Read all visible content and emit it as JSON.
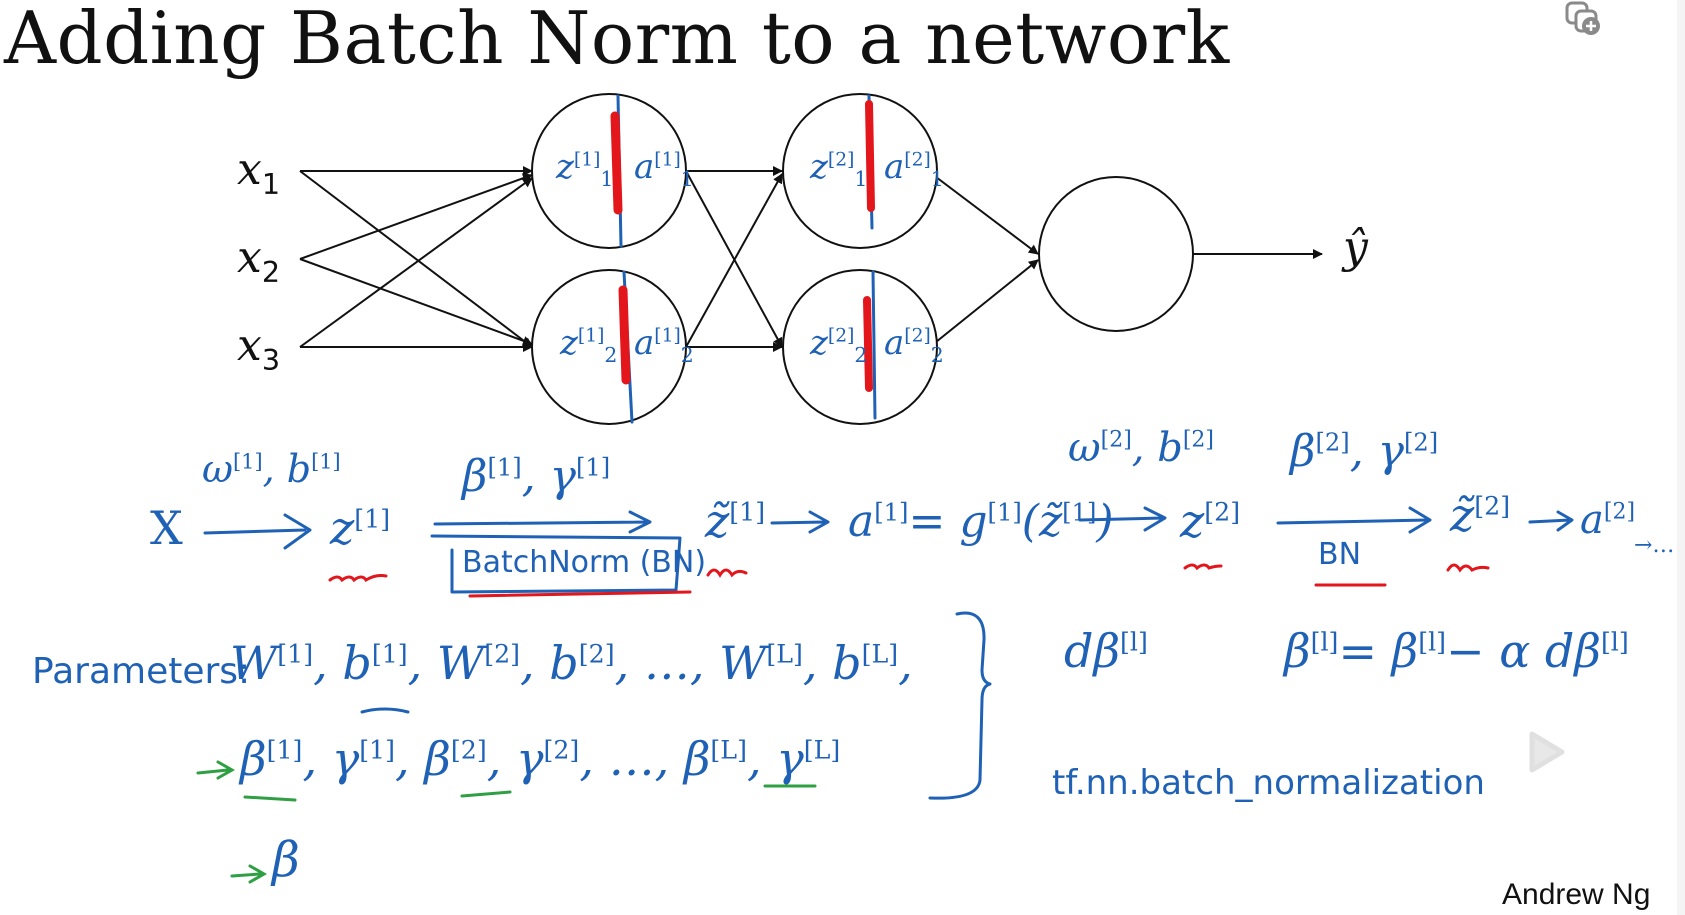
{
  "slide": {
    "title": "Adding Batch Norm to a network",
    "author": "Andrew Ng"
  },
  "network": {
    "inputs": [
      "x",
      "x",
      "x"
    ],
    "input_subscripts": [
      "1",
      "2",
      "3"
    ],
    "output_label": "ŷ",
    "layer1_nodes": [
      {
        "z": "z",
        "z_sup": "[1]",
        "z_sub": "1",
        "a": "a",
        "a_sup": "[1]",
        "a_sub": "1"
      },
      {
        "z": "z",
        "z_sup": "[1]",
        "z_sub": "2",
        "a": "a",
        "a_sup": "[1]",
        "a_sub": "2"
      }
    ],
    "layer2_nodes": [
      {
        "z": "z",
        "z_sup": "[2]",
        "z_sub": "1",
        "a": "a",
        "a_sup": "[2]",
        "a_sub": "1"
      },
      {
        "z": "z",
        "z_sup": "[2]",
        "z_sub": "2",
        "a": "a",
        "a_sup": "[2]",
        "a_sub": "2"
      }
    ]
  },
  "flow": {
    "x": "X",
    "w1b1": "ω",
    "w1b1_sup": "[1]",
    "w1b1_rest": ", b",
    "w1b1_rest_sup": "[1]",
    "z1": "z",
    "z1_sup": "[1]",
    "beta1gamma1": "β",
    "beta1_sup": "[1]",
    "gamma1": ", γ",
    "gamma1_sup": "[1]",
    "bn_box_label": "BatchNorm (BN)",
    "ztilde1": "z̃",
    "ztilde1_sup": "[1]",
    "arrow": "→",
    "a1_eq": "a",
    "a1_sup": "[1]",
    "a1_rhs": "= g",
    "g_sup": "[1]",
    "g_arg": "(z̃",
    "g_arg_sup": "[1]",
    "g_close": ")",
    "w2b2": "ω",
    "w2_sup": "[2]",
    "w2b2_rest": ", b",
    "b2_sup": "[2]",
    "z2": "z",
    "z2_sup": "[2]",
    "beta2": "β",
    "beta2_sup": "[2]",
    "gamma2": ", γ",
    "gamma2_sup": "[2]",
    "bn_label": "BN",
    "ztilde2": "z̃",
    "ztilde2_sup": "[2]",
    "a2": "a",
    "a2_sup": "[2]",
    "ellipsis_arrow": "→…"
  },
  "parameters": {
    "label": "Parameters:",
    "row1": [
      {
        "sym": "W",
        "sup": "[1]"
      },
      {
        "sym": "b",
        "sup": "[1]"
      },
      {
        "sym": "W",
        "sup": "[2]"
      },
      {
        "sym": "b",
        "sup": "[2]"
      },
      {
        "sym": "…",
        "sup": ""
      },
      {
        "sym": "W",
        "sup": "[L]"
      },
      {
        "sym": "b",
        "sup": "[L]"
      }
    ],
    "row2": [
      {
        "sym": "β",
        "sup": "[1]"
      },
      {
        "sym": "γ",
        "sup": "[1]"
      },
      {
        "sym": "β",
        "sup": "[2]"
      },
      {
        "sym": "γ",
        "sup": "[2]"
      },
      {
        "sym": "…",
        "sup": ""
      },
      {
        "sym": "β",
        "sup": "[L]"
      },
      {
        "sym": "γ",
        "sup": "[L]"
      }
    ],
    "row2_marker": "→",
    "row3_marker": "→",
    "row3_sym": "β"
  },
  "update": {
    "dbeta": "dβ",
    "dbeta_sup": "[l]",
    "rule_lhs": "β",
    "rule_lhs_sup": "[l]",
    "rule_eq": "= β",
    "rule_rhs_sup": "[l]",
    "rule_minus": "− α dβ",
    "rule_minus_sup": "[l]",
    "tf_call": "tf.nn.batch_normalization"
  },
  "overlay": {
    "add_icon": "add-to-collection-icon",
    "play_icon": "play-icon"
  },
  "colors": {
    "ink_blue": "#1f62b5",
    "ink_red": "#e3161c",
    "ink_green": "#2ea043",
    "line_black": "#111111"
  }
}
